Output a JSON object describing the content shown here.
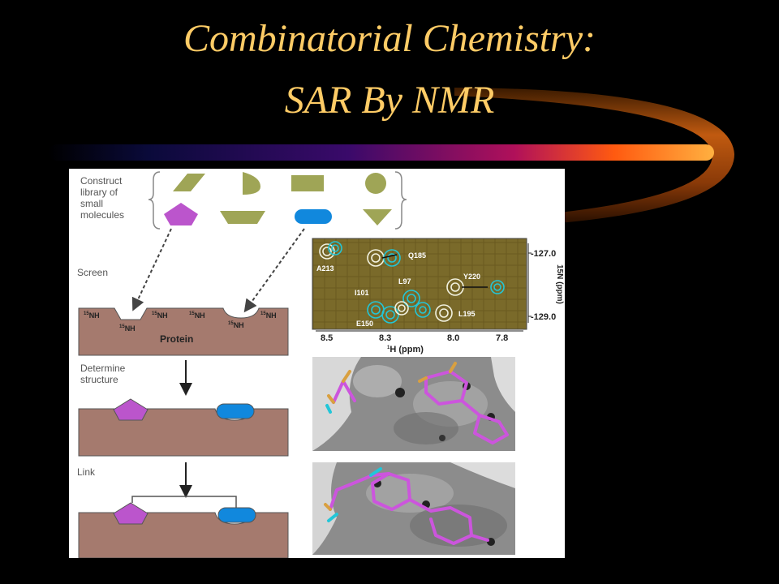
{
  "slide": {
    "title_line1": "Combinatorial Chemistry:",
    "title_line2": "SAR By NMR",
    "colors": {
      "background": "#000000",
      "title": "#ffcc66",
      "protein": "#a57a6e",
      "shape": "#9fa556",
      "ligand_a": "#bb55cc",
      "ligand_b": "#1188dd"
    }
  },
  "diagram": {
    "steps": {
      "construct_line1": "Construct",
      "construct_line2": "library of",
      "construct_line3": "small",
      "construct_line4": "molecules",
      "screen": "Screen",
      "determine_line1": "Determine",
      "determine_line2": "structure",
      "link": "Link"
    },
    "protein": {
      "label": "Protein",
      "nh_sup": "15",
      "nh_text": "NH"
    },
    "nmr": {
      "peaks": {
        "a213": "A213",
        "q185": "Q185",
        "y220": "Y220",
        "i101": "I101",
        "l97": "L97",
        "l195": "L195",
        "e150": "E150"
      },
      "y_ticks": {
        "top": "-127.0",
        "bottom": "-129.0"
      },
      "y_axis_label": "15N (ppm)",
      "x_ticks": {
        "t1": "8.5",
        "t2": "8.3",
        "t3": "8.0",
        "t4": "7.8"
      },
      "x_axis_sup": "1",
      "x_axis_text": "H (ppm)"
    }
  }
}
